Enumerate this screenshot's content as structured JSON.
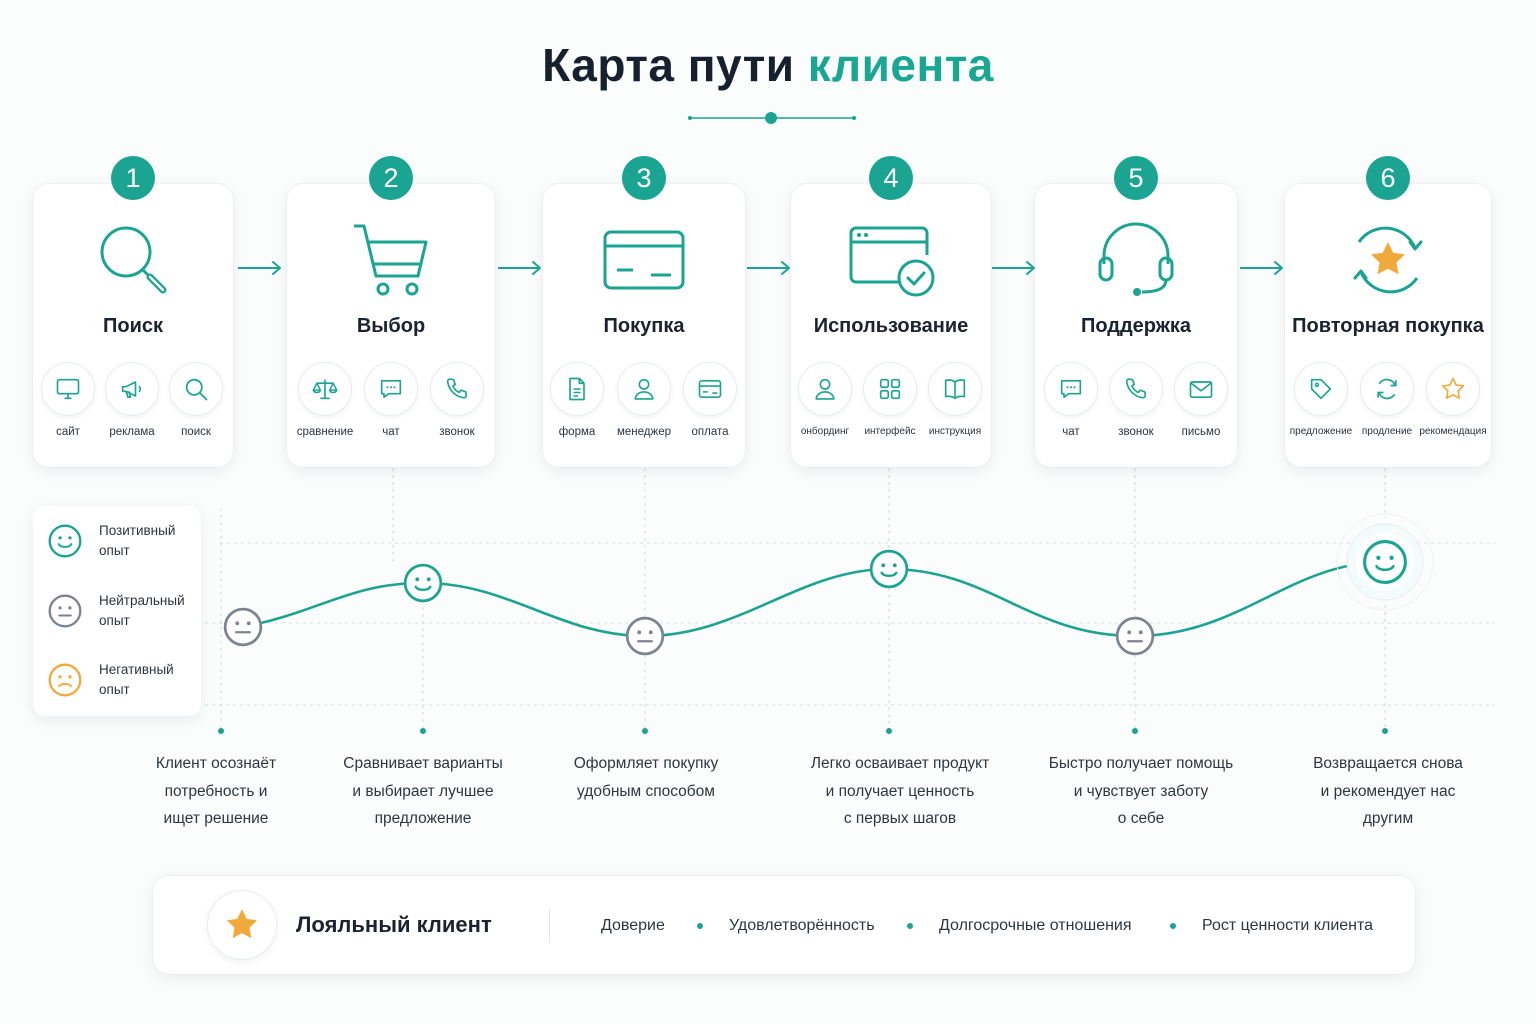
{
  "title": {
    "part1": "Карта пути",
    "part2": "клиента"
  },
  "stages": [
    {
      "num": "1",
      "title": "Поиск",
      "icon": "search-icon",
      "channels": [
        {
          "label": "сайт",
          "icon": "monitor-icon"
        },
        {
          "label": "реклама",
          "icon": "megaphone-icon"
        },
        {
          "label": "поиск",
          "icon": "search-icon"
        }
      ],
      "desc": [
        "Клиент осознаёт",
        "потребность и",
        "ищет решение"
      ],
      "emotion": "neutral"
    },
    {
      "num": "2",
      "title": "Выбор",
      "icon": "cart-icon",
      "channels": [
        {
          "label": "сравнение",
          "icon": "scales-icon"
        },
        {
          "label": "чат",
          "icon": "chat-icon"
        },
        {
          "label": "звонок",
          "icon": "phone-icon"
        }
      ],
      "desc": [
        "Сравнивает варианты",
        "и выбирает лучшее",
        "предложение"
      ],
      "emotion": "positive"
    },
    {
      "num": "3",
      "title": "Покупка",
      "icon": "credit-card-icon",
      "channels": [
        {
          "label": "форма",
          "icon": "document-icon"
        },
        {
          "label": "менеджер",
          "icon": "user-icon"
        },
        {
          "label": "оплата",
          "icon": "card-icon"
        }
      ],
      "desc": [
        "Оформляет покупку",
        "удобным способом"
      ],
      "emotion": "neutral"
    },
    {
      "num": "4",
      "title": "Использование",
      "icon": "browser-check-icon",
      "channels": [
        {
          "label": "онбординг",
          "icon": "user-icon"
        },
        {
          "label": "интерфейс",
          "icon": "grid-icon"
        },
        {
          "label": "инструкция",
          "icon": "book-icon"
        }
      ],
      "desc": [
        "Легко осваивает продукт",
        "и получает ценность",
        "с первых шагов"
      ],
      "emotion": "positive"
    },
    {
      "num": "5",
      "title": "Поддержка",
      "icon": "headset-icon",
      "channels": [
        {
          "label": "чат",
          "icon": "chat-icon"
        },
        {
          "label": "звонок",
          "icon": "phone-icon"
        },
        {
          "label": "письмо",
          "icon": "mail-icon"
        }
      ],
      "desc": [
        "Быстро получает помощь",
        "и чувствует заботу",
        "о себе"
      ],
      "emotion": "neutral"
    },
    {
      "num": "6",
      "title": "Повторная покупка",
      "icon": "star-cycle-icon",
      "channels": [
        {
          "label": "предложение",
          "icon": "tag-icon"
        },
        {
          "label": "продление",
          "icon": "refresh-icon"
        },
        {
          "label": "рекомендация",
          "icon": "star-icon"
        }
      ],
      "desc": [
        "Возвращается снова",
        "и рекомендует нас",
        "другим"
      ],
      "emotion": "positive"
    }
  ],
  "legend": [
    {
      "label": "Позитивный опыт",
      "type": "positive",
      "color": "#1aa491"
    },
    {
      "label": "Нейтральный опыт",
      "type": "neutral",
      "color": "#7d8490"
    },
    {
      "label": "Негативный опыт",
      "type": "negative",
      "color": "#f2a93b"
    }
  ],
  "loyal": {
    "title": "Лояльный клиент",
    "values": [
      "Доверие",
      "Удовлетворённость",
      "Долгосрочные отношения",
      "Рост ценности клиента"
    ]
  },
  "colors": {
    "accent": "#1aa491",
    "neutral": "#7d8490",
    "star": "#f2a93b",
    "text": "#16202e"
  }
}
